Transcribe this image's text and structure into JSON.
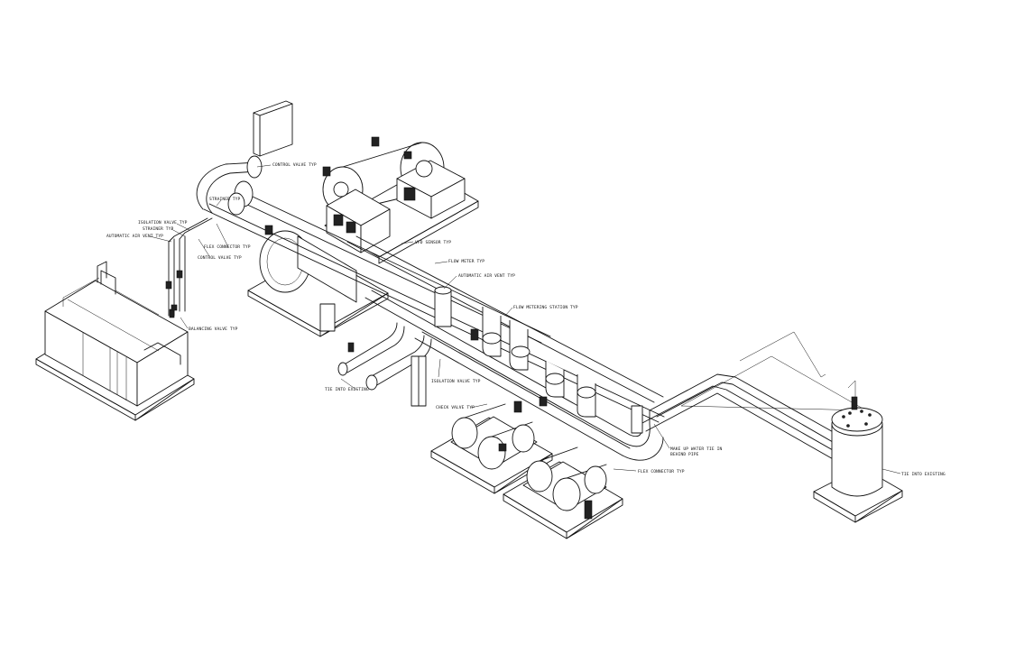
{
  "labels": {
    "control_valve_top": "CONTROL VALVE TYP",
    "strainer_top": "STRAINER TYP",
    "isolation_valve_left": "ISOLATION VALVE TYP",
    "strainer_left": "STRAINER TYP",
    "air_vent_left": "AUTOMATIC AIR VENT TYP",
    "flex_connector_top": "FLEX CONNECTOR TYP",
    "control_valve_left": "CONTROL VALVE TYP",
    "balancing_valve": "BALANCING VALVE TYP",
    "vfd_sensor": "VFD SENSOR TYP",
    "flow_meter": "FLOW METER TYP",
    "air_vent_mid": "AUTOMATIC AIR VENT TYP",
    "flow_metering_station": "FLOW METERING STATION TYP",
    "tie_into_existing_left": "TIE INTO EXISTING",
    "isolation_valve_mid": "ISOLATION VALVE TYP",
    "check_valve": "CHECK VALVE TYP",
    "flex_connector_bottom": "FLEX CONNECTOR TYP",
    "make_up_water_line1": "MAKE UP WATER TIE IN",
    "make_up_water_line2": "BEHIND PIPE",
    "tie_into_existing_right": "TIE INTO EXISTING"
  },
  "colors": {
    "line": "#111111",
    "background": "#ffffff"
  }
}
